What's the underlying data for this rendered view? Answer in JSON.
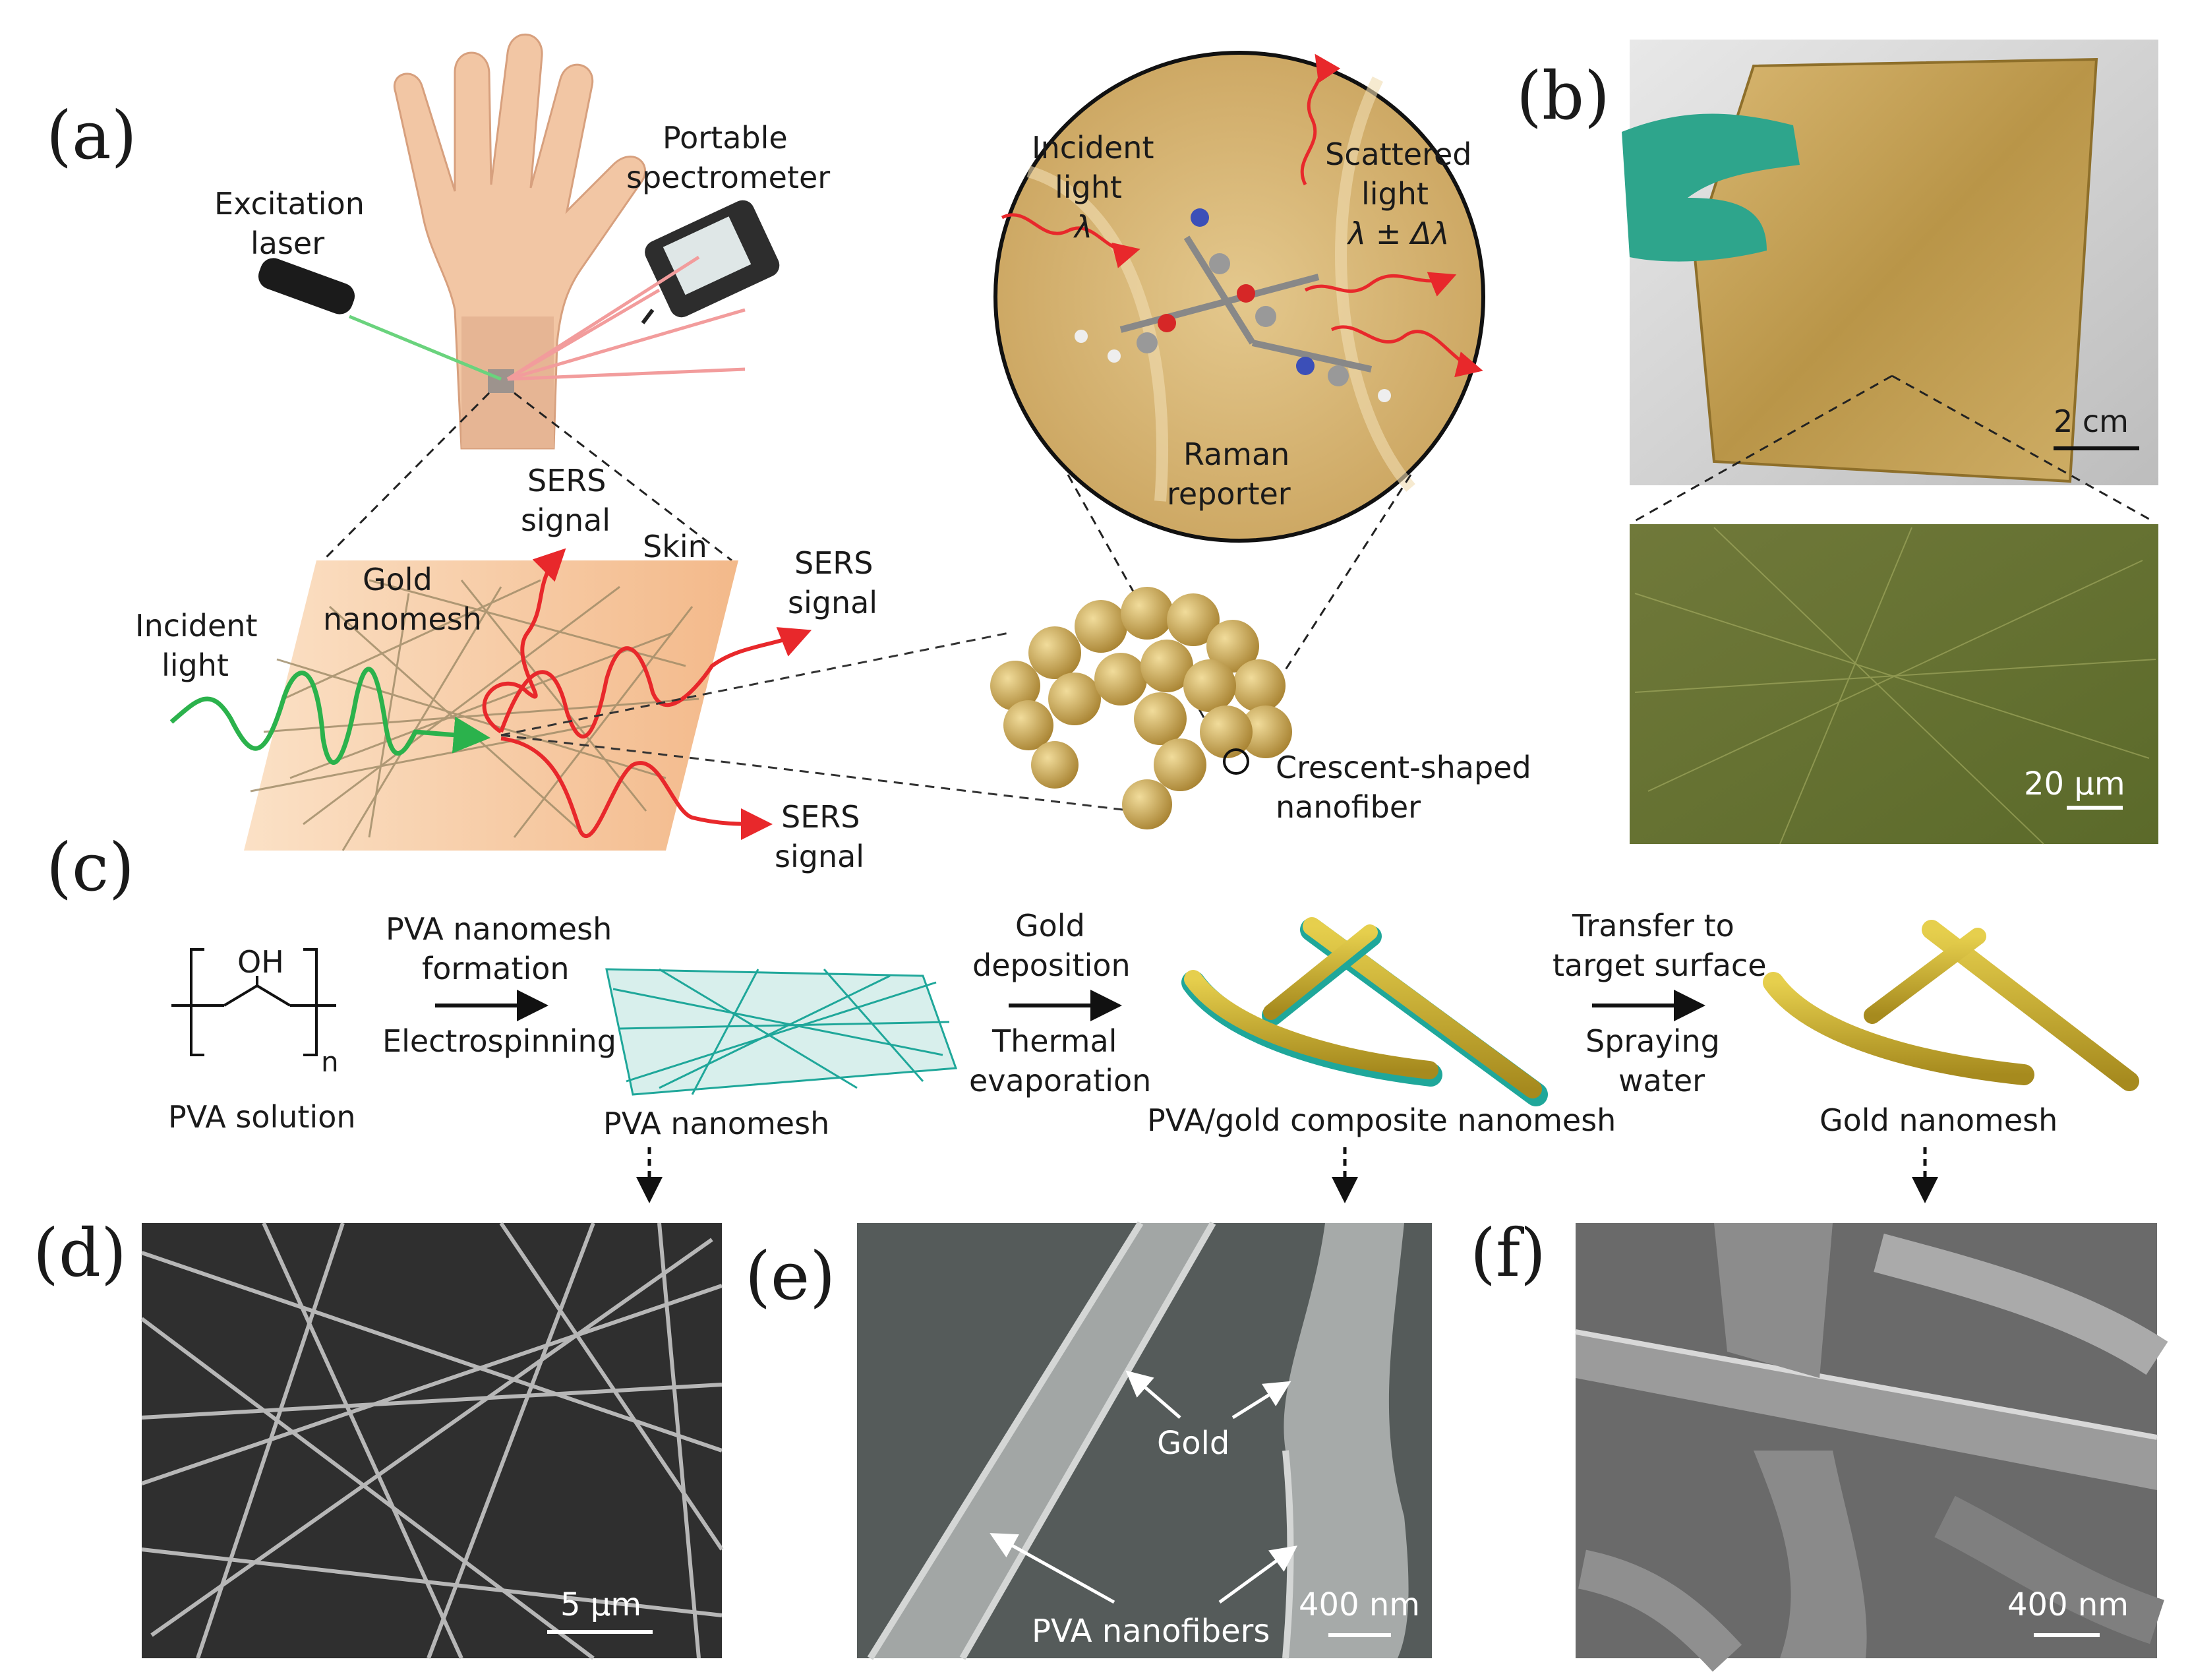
{
  "panels": {
    "a": "(a)",
    "b": "(b)",
    "c": "(c)",
    "d": "(d)",
    "e": "(e)",
    "f": "(f)"
  },
  "panel_a": {
    "excitation_laser": [
      "Excitation",
      "laser"
    ],
    "portable_spectrometer": [
      "Portable",
      "spectrometer"
    ],
    "incident_light": [
      "Incident",
      "light"
    ],
    "gold_nanomesh": [
      "Gold",
      "nanomesh"
    ],
    "sers_signal_top": [
      "SERS",
      "signal"
    ],
    "skin": "Skin",
    "sers_signal_right": [
      "SERS",
      "signal"
    ],
    "sers_signal_bottom": [
      "SERS",
      "signal"
    ],
    "inset_incident_light": [
      "Incident",
      "light",
      "λ"
    ],
    "inset_scattered_light": [
      "Scattered",
      "light",
      "λ ± Δλ"
    ],
    "raman_reporter": [
      "Raman",
      "reporter"
    ],
    "crescent_nanofiber": [
      "Crescent-shaped",
      "nanofiber"
    ]
  },
  "panel_b": {
    "scale_top": "2 cm",
    "scale_bottom": "20 µm"
  },
  "panel_c": {
    "pva_solution": "PVA solution",
    "step1_top": [
      "PVA nanomesh",
      "formation"
    ],
    "step1_bottom": "Electrospinning",
    "pva_nanomesh": "PVA nanomesh",
    "step2_top": [
      "Gold",
      "deposition"
    ],
    "step2_bottom": [
      "Thermal",
      "evaporation"
    ],
    "composite": "PVA/gold composite nanomesh",
    "step3_top": [
      "Transfer to",
      "target surface"
    ],
    "step3_bottom": [
      "Spraying",
      "water"
    ],
    "gold_nanomesh": "Gold nanomesh",
    "oh": "OH",
    "n": "n"
  },
  "panel_d": {
    "scale": "5 µm"
  },
  "panel_e": {
    "gold": "Gold",
    "pva_nanofibers": "PVA nanofibers",
    "scale": "400 nm"
  },
  "panel_f": {
    "scale": "400 nm"
  },
  "colors": {
    "gold": "#c9a93a",
    "teal": "#1fa79a",
    "green": "#2bb24c",
    "red": "#e8282b",
    "skin": "#f6caa0"
  }
}
